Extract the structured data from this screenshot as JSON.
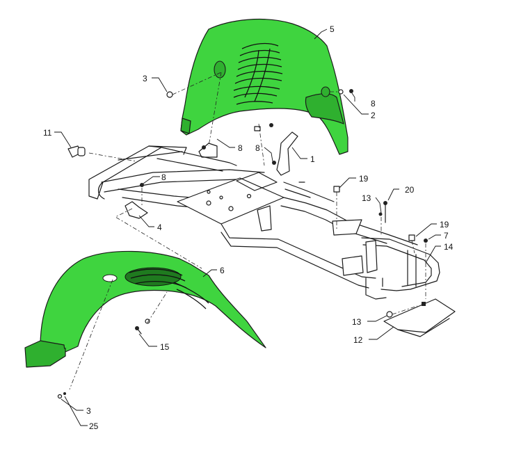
{
  "colors": {
    "fender_green": "#3fd43f",
    "fender_green_dark": "#2fb02f",
    "outline": "#1a1a1a",
    "background": "#ffffff"
  },
  "callouts": [
    {
      "id": "c5",
      "text": "5"
    },
    {
      "id": "c3a",
      "text": "3"
    },
    {
      "id": "c8a",
      "text": "8"
    },
    {
      "id": "c2",
      "text": "2"
    },
    {
      "id": "c11",
      "text": "11"
    },
    {
      "id": "c8b",
      "text": "8"
    },
    {
      "id": "c8c",
      "text": "8"
    },
    {
      "id": "c1",
      "text": "1"
    },
    {
      "id": "c8d",
      "text": "8"
    },
    {
      "id": "c19a",
      "text": "19"
    },
    {
      "id": "c13a",
      "text": "13"
    },
    {
      "id": "c20",
      "text": "20"
    },
    {
      "id": "c4",
      "text": "4"
    },
    {
      "id": "c19b",
      "text": "19"
    },
    {
      "id": "c7",
      "text": "7"
    },
    {
      "id": "c14",
      "text": "14"
    },
    {
      "id": "c6",
      "text": "6"
    },
    {
      "id": "c13b",
      "text": "13"
    },
    {
      "id": "c12",
      "text": "12"
    },
    {
      "id": "c15",
      "text": "15"
    },
    {
      "id": "c3b",
      "text": "3"
    },
    {
      "id": "c25",
      "text": "25"
    }
  ]
}
